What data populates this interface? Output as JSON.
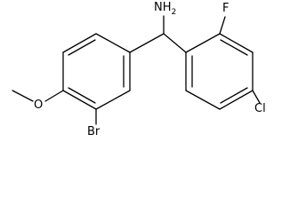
{
  "structure": {
    "atoms": {
      "amine": {
        "symbol": "NH",
        "subscript": "2"
      },
      "fluoro": "F",
      "chloro": "Cl",
      "bromo": "Br",
      "oxygen": "O"
    }
  },
  "colors": {
    "ink": "#000000",
    "background": "#ffffff"
  }
}
